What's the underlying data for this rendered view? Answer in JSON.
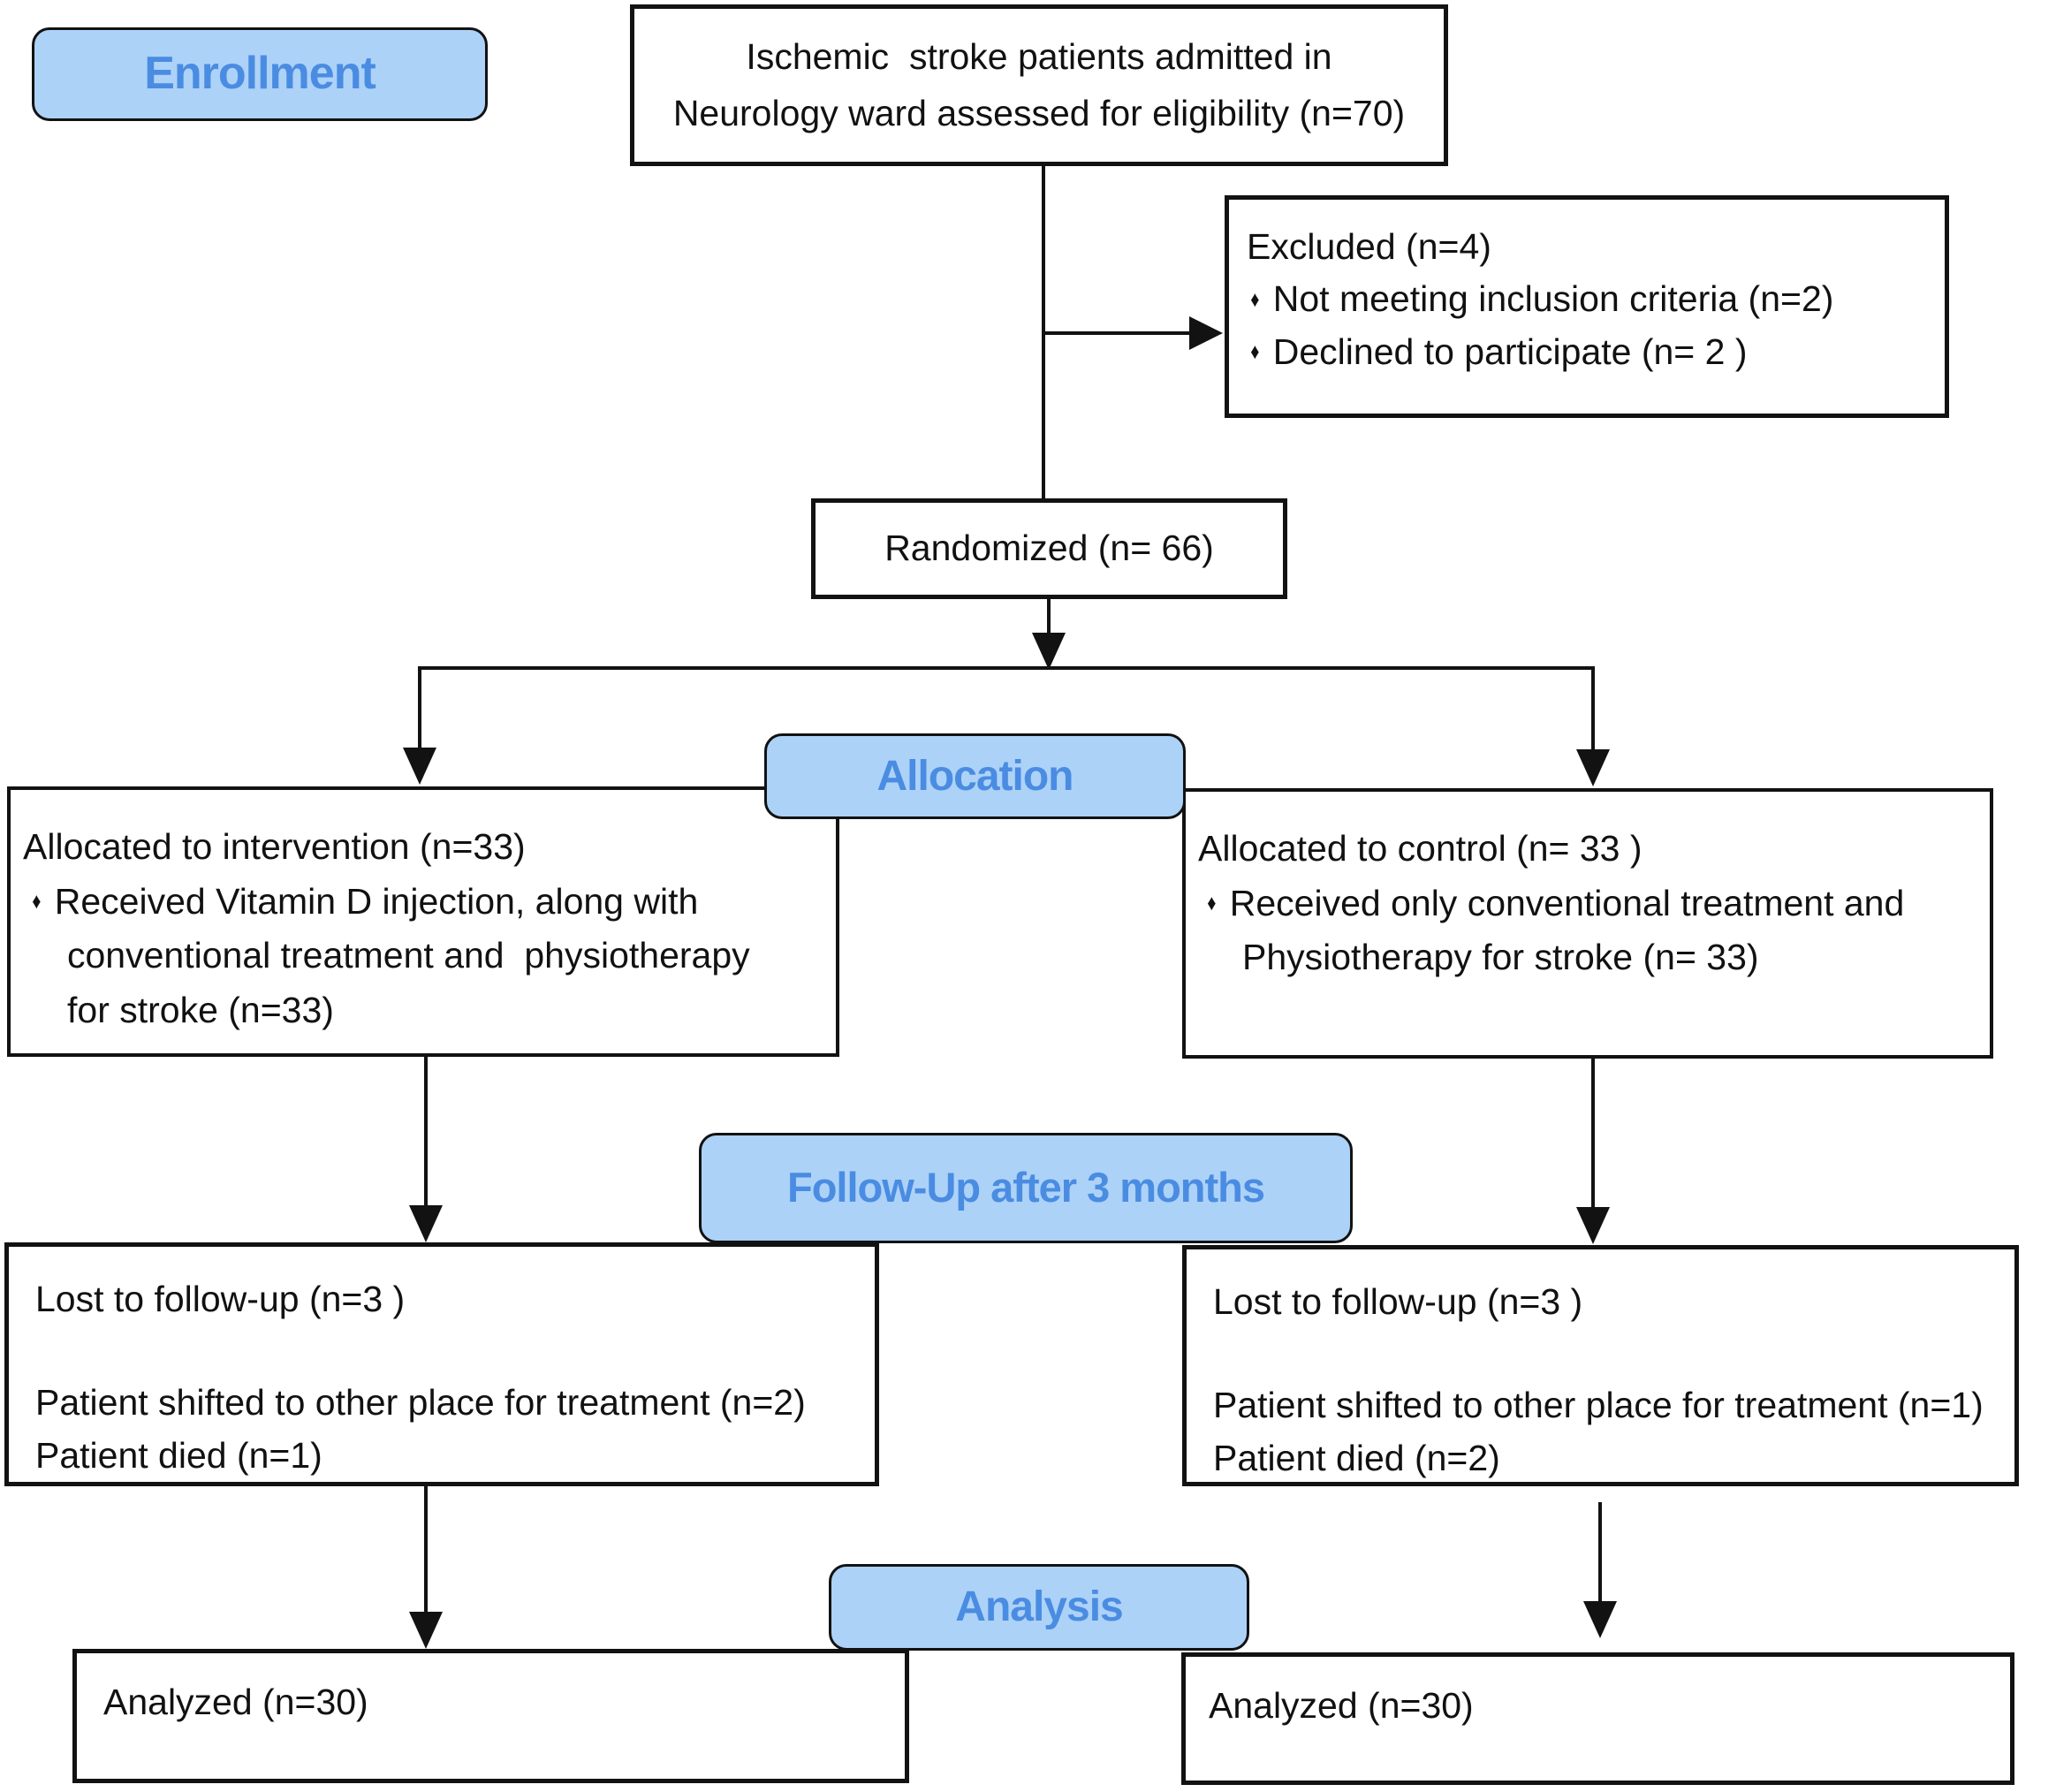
{
  "figure": {
    "type": "consort-flow-diagram",
    "stages": [
      "Enrollment",
      "Allocation",
      "Follow-Up after 3 months",
      "Analysis"
    ]
  },
  "labels": {
    "enrollment": "Enrollment",
    "allocation": "Allocation",
    "followup": "Follow-Up after 3 months",
    "analysis": "Analysis"
  },
  "boxes": {
    "eligibility": {
      "line1": "Ischemic  stroke patients admitted in",
      "line2": "Neurology ward assessed for eligibility (n=70)"
    },
    "excluded": {
      "title": "Excluded (n=4)",
      "bullets": [
        "Not meeting inclusion criteria (n=2)",
        "Declined to participate (n= 2 )"
      ]
    },
    "randomized": {
      "text": "Randomized (n= 66)"
    },
    "alloc_intervention": {
      "title": "Allocated to intervention (n=33)",
      "bullet": "Received Vitamin D injection, along with",
      "cont1": "conventional treatment and  physiotherapy",
      "cont2": "for stroke (n=33)"
    },
    "alloc_control": {
      "title": "Allocated to control (n= 33 )",
      "bullet": "Received only conventional treatment and",
      "cont1": "Physiotherapy for stroke (n= 33)"
    },
    "followup_intervention": {
      "line1": "Lost to follow-up (n=3 )",
      "line2": "Patient shifted to other place for treatment (n=2)",
      "line3": "Patient died (n=1)"
    },
    "followup_control": {
      "line1": "Lost to follow-up (n=3 )",
      "line2": "Patient shifted to other place for treatment (n=1)",
      "line3": "Patient died (n=2)"
    },
    "analyzed_intervention": {
      "text": "Analyzed (n=30)"
    },
    "analyzed_control": {
      "text": "Analyzed (n=30)"
    }
  },
  "icons": {
    "bullet": "♦"
  },
  "colors": {
    "label_fill": "#ADD2F7",
    "label_text": "#4A8CE2",
    "box_border": "#121212",
    "box_fill": "#FFFFFF",
    "line": "#121212"
  }
}
